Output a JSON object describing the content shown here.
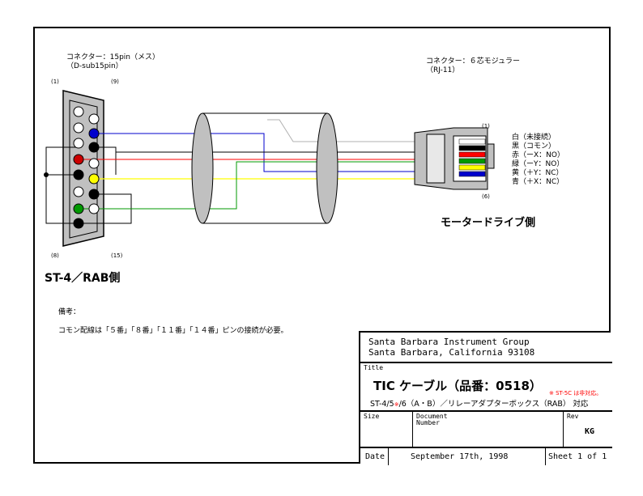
{
  "connector_left": {
    "caption_line1": "コネクター：15pin（メス）",
    "caption_line2": "（D-sub15pin）",
    "pin_1": "(1)",
    "pin_9": "(9)",
    "pin_8": "(8)",
    "pin_15": "(15)",
    "side_label": "ST-4／RAB側"
  },
  "connector_right": {
    "caption_line1": "コネクター：６芯モジュラー",
    "caption_line2": "（RJ-11）",
    "pin_1": "(1)",
    "pin_6": "(6)",
    "side_label": "モータードライブ側",
    "wires": [
      {
        "label": "白（未接続）",
        "color": "#ffffff"
      },
      {
        "label": "黒（コモン）",
        "color": "#000000"
      },
      {
        "label": "赤（ーX：NO）",
        "color": "#ff0000"
      },
      {
        "label": "緑（ーY：NO）",
        "color": "#009900"
      },
      {
        "label": "黄（＋Y：NC）",
        "color": "#ffff00"
      },
      {
        "label": "青（＋X：NC）",
        "color": "#0000cc"
      }
    ]
  },
  "notes": {
    "heading": "備考：",
    "body": "コモン配線は「５番」「８番」「１１番」「１４番」ピンの接続が必要。"
  },
  "title_block": {
    "company_line1": "Santa Barbara Instrument Group",
    "company_line2": "Santa Barbara, California 93108",
    "title_label": "Title",
    "title_main": "TIC ケーブル（品番：0518）",
    "title_note": "※ ST-5C は非対応。",
    "title_sub_pre": "ST-4/5",
    "title_sub_mark": "※",
    "title_sub_post": "/6（A・B）／リレーアダプターボックス（RAB） 対応",
    "size_label": "Size",
    "doc_label_1": "Document",
    "doc_label_2": "Number",
    "rev_label": "Rev",
    "rev_value": "KG",
    "date_label": "Date",
    "date_value": "September 17th, 1998",
    "sheet_value": "Sheet 1 of 1"
  },
  "colors": {
    "connector_body": "#c0c0c0",
    "red": "#ff0000",
    "green": "#009900",
    "yellow": "#ffff00",
    "blue": "#0000cc",
    "white_wire": "#b0b0b0"
  }
}
